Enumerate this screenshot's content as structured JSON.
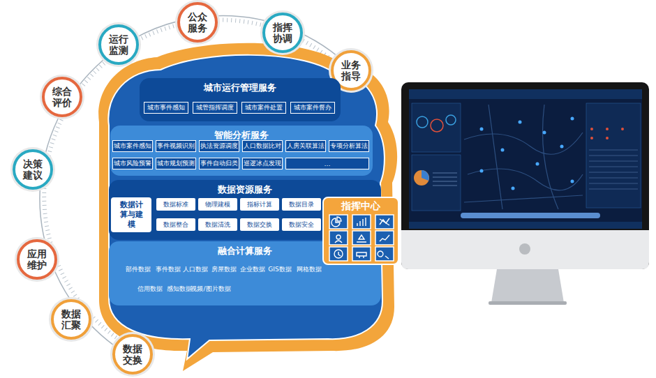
{
  "diagram": {
    "nodes": [
      {
        "text": [
          "公众服务"
        ]
      },
      {
        "text": [
          "指挥协调"
        ]
      },
      {
        "text": [
          "业务指导"
        ]
      },
      {
        "text": [
          "运行监测"
        ]
      },
      {
        "text": [
          "综合评价"
        ]
      },
      {
        "text": [
          "决策建议"
        ]
      },
      {
        "text": [
          "应用维护"
        ]
      },
      {
        "text": [
          "数据汇聚"
        ]
      },
      {
        "text": [
          "数据交换"
        ]
      },
      {
        "text": [
          "城市运行管理服务"
        ]
      },
      {
        "text": [
          "城市事件感知"
        ],
        "in": 9
      },
      {
        "text": [
          "城管指挥调度"
        ],
        "in": 9
      },
      {
        "text": [
          "城市案件处置"
        ],
        "in": 9
      },
      {
        "text": [
          "城市案件督办"
        ],
        "in": 9
      },
      {
        "text": [
          "智能分析服务"
        ]
      },
      {
        "text": [
          "城市案件感知"
        ],
        "in": 14
      },
      {
        "text": [
          "事件视频识别"
        ],
        "in": 14
      },
      {
        "text": [
          "执法资源调度"
        ],
        "in": 14
      },
      {
        "text": [
          "人口数据比对"
        ],
        "in": 14
      },
      {
        "text": [
          "人房关联算法"
        ],
        "in": 14
      },
      {
        "text": [
          "专项分析算法"
        ],
        "in": 14
      },
      {
        "text": [
          "城市风险预警"
        ],
        "in": 14
      },
      {
        "text": [
          "城市规划预测"
        ],
        "in": 14
      },
      {
        "text": [
          "事件自动归类"
        ],
        "in": 14
      },
      {
        "text": [
          "巡逻冰点发现"
        ],
        "in": 14
      },
      {
        "text": [
          "…"
        ],
        "in": 14
      },
      {
        "text": [
          "数据资源服务"
        ]
      },
      {
        "text": [
          "数据计算与建模"
        ],
        "in": 26
      },
      {
        "text": [
          "数据标准"
        ],
        "in": 26
      },
      {
        "text": [
          "物理建模"
        ],
        "in": 26
      },
      {
        "text": [
          "指标计算"
        ],
        "in": 26
      },
      {
        "text": [
          "数据目录"
        ],
        "in": 26
      },
      {
        "text": [
          "数据整合"
        ],
        "in": 26
      },
      {
        "text": [
          "数据清洗"
        ],
        "in": 26
      },
      {
        "text": [
          "数据交换"
        ],
        "in": 26
      },
      {
        "text": [
          "数据安全"
        ],
        "in": 26
      },
      {
        "text": [
          "融合计算服务"
        ]
      },
      {
        "text": [
          "指挥中心"
        ]
      }
    ],
    "edges": [],
    "labels": [
      "部件数据",
      "事件数据",
      "人口数据",
      "房屋数据",
      "企业数据",
      "GIS数据",
      "网格数据",
      "信用数据",
      "感知数据",
      "视频/图片数据"
    ]
  }
}
